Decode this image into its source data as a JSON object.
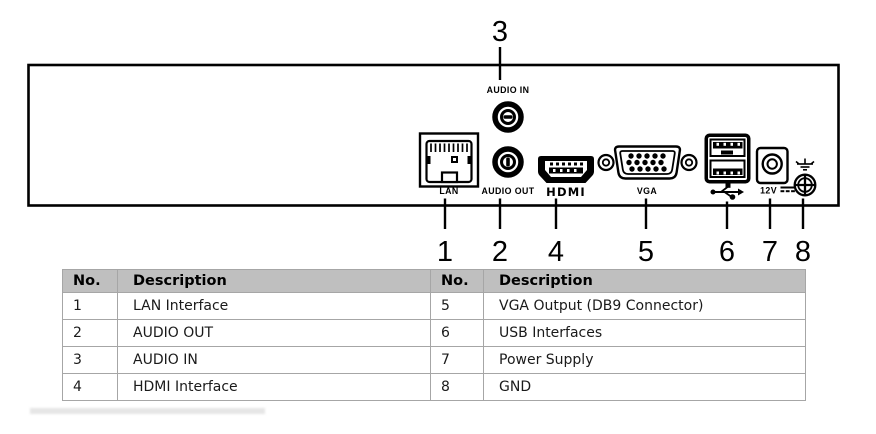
{
  "diagram": {
    "top_callout": "3",
    "bottom_callouts": [
      "1",
      "2",
      "4",
      "5",
      "6",
      "7",
      "8"
    ],
    "labels": {
      "lan": "LAN",
      "audio_in": "AUDIO IN",
      "audio_out": "AUDIO OUT",
      "hdmi": "HDMI",
      "vga": "VGA",
      "power": "12V"
    },
    "icons": {
      "usb": "usb-trident-icon",
      "dc": "dc-voltage-icon",
      "ground": "earth-ground-icon"
    }
  },
  "table": {
    "headers": [
      "No.",
      "Description",
      "No.",
      "Description"
    ],
    "rows": [
      {
        "no_left": "1",
        "desc_left": "LAN Interface",
        "no_right": "5",
        "desc_right": "VGA Output (DB9 Connector)"
      },
      {
        "no_left": "2",
        "desc_left": "AUDIO OUT",
        "no_right": "6",
        "desc_right": "USB Interfaces"
      },
      {
        "no_left": "3",
        "desc_left": "AUDIO IN",
        "no_right": "7",
        "desc_right": "Power Supply"
      },
      {
        "no_left": "4",
        "desc_left": "HDMI Interface",
        "no_right": "8",
        "desc_right": "GND"
      }
    ]
  },
  "colors": {
    "line": "#000000",
    "table_header_bg": "#bfbfbf",
    "table_border": "#a6a6a6",
    "background": "#ffffff"
  }
}
